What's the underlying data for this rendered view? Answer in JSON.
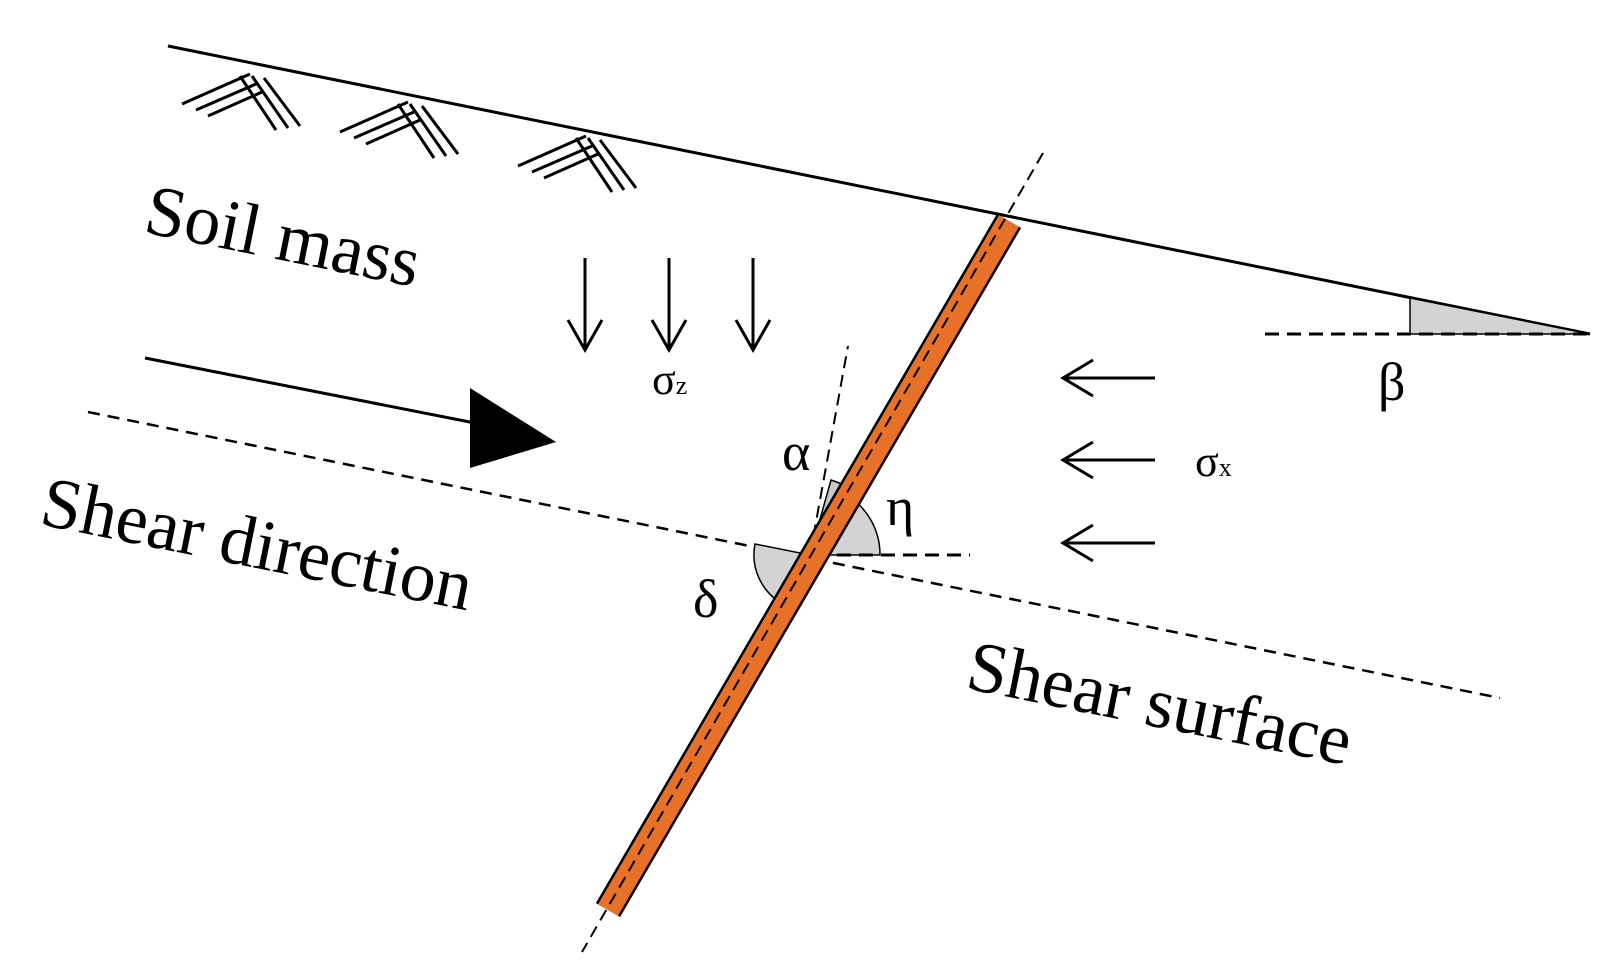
{
  "labels": {
    "soil_mass": "Soil mass",
    "shear_direction": "Shear direction",
    "shear_surface": "Shear surface",
    "beta": "β",
    "alpha": "α",
    "eta": "η",
    "delta": "δ",
    "sigma_z_symbol": "σ",
    "sigma_z_sub": "z",
    "sigma_x_symbol": "σ",
    "sigma_x_sub": "x"
  },
  "colors": {
    "reinforcement": "#E8712A",
    "angle_fill": "#D3D3D3",
    "line": "#000000"
  }
}
